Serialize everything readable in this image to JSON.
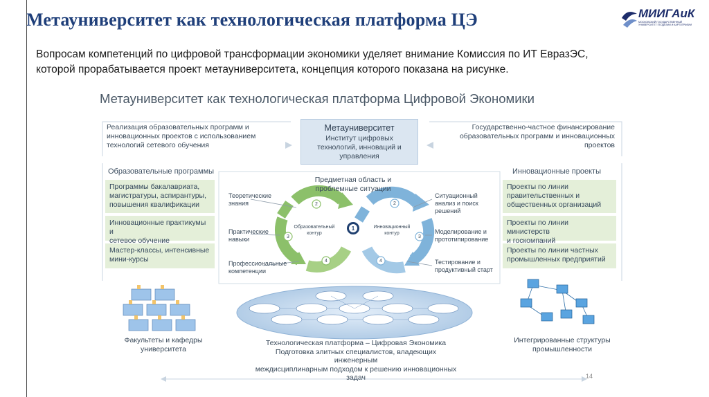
{
  "slide": {
    "title": "Метауниверситет как технологическая платформа ЦЭ",
    "logo_text": "МИИГАиК",
    "logo_caption": "МОСКОВСКИЙ ГОСУДАРСТВЕННЫЙ УНИВЕРСИТЕТ ГЕОДЕЗИИ И КАРТОГРАФИИ",
    "intro_lines": [
      "Вопросам компетенций по цифровой трансформации экономики уделяет внимание Комиссия по ИТ ЕвразЭС,",
      "которой прорабатывается проект метауниверситета, концепция которого показана на рисунке."
    ]
  },
  "figure": {
    "title": "Метауниверситет как технологическая платформа Цифровой Экономики",
    "left_intro": [
      "Реализация образовательных программ и",
      "инновационных проектов с использованием",
      "технологий сетевого обучения"
    ],
    "right_intro": [
      "Государственно-частное финансирование",
      "образовательных программ и инновационных",
      "проектов"
    ],
    "meta_box": {
      "title": "Метауниверситет",
      "subtitle": [
        "Институт цифровых",
        "технологий, инноваций и",
        "управления"
      ]
    },
    "left_header": "Образовательные программы",
    "left_items": [
      [
        "Программы бакалавриата,",
        "магистратуры, аспирантуры,",
        "повышения квалификации"
      ],
      [
        "Инновационные практикумы и",
        "сетевое обучение"
      ],
      [
        "Мастер-классы, интенсивные",
        "мини-курсы"
      ]
    ],
    "right_header": "Инновационные проекты",
    "right_items": [
      [
        "Проекты по линии",
        "правительственных и",
        "общественных организаций"
      ],
      [
        "Проекты по линии министерств",
        "и госкомпаний"
      ],
      [
        "Проекты по линии частных",
        "промышленных предприятий"
      ]
    ],
    "center_top": [
      "Предметная  область  и",
      "проблемные ситуации"
    ],
    "left_cycle_labels": [
      [
        "Теоретические",
        "знания"
      ],
      [
        "Практические",
        "навыки"
      ],
      [
        "Профессиональные",
        "компетенции"
      ]
    ],
    "right_cycle_labels": [
      [
        "Ситуационный",
        "анализ и поиск",
        "решений"
      ],
      [
        "Моделирование и",
        "прототипирование"
      ],
      [
        "Тестирование и",
        "продуктивный старт"
      ]
    ],
    "edu_circuit": [
      "Образовательный",
      "контур"
    ],
    "innov_circuit": [
      "Инновационный",
      "контур"
    ],
    "step_numbers": [
      "1",
      "2",
      "3",
      "4"
    ],
    "left_bottom": [
      "Факультеты и кафедры",
      "университета"
    ],
    "right_bottom": [
      "Интегрированные структуры",
      "промышленности"
    ],
    "platform_lines": [
      "Технологическая платформа – Цифровая Экономика",
      "Подготовка элитных специалистов, владеющих инженерным",
      "междисциплинарным подходом к решению инновационных задач"
    ],
    "page_number": "14"
  },
  "colors": {
    "title": "#1f3f7a",
    "green_box": "#e4efd9",
    "blue_box": "#dbe6f1",
    "green_arrow": "#8cc06a",
    "blue_arrow": "#7fb3da",
    "platform": "#bcd3ea"
  },
  "icons": [
    "university-building-icon",
    "server-network-icon",
    "platform-node-icon"
  ]
}
